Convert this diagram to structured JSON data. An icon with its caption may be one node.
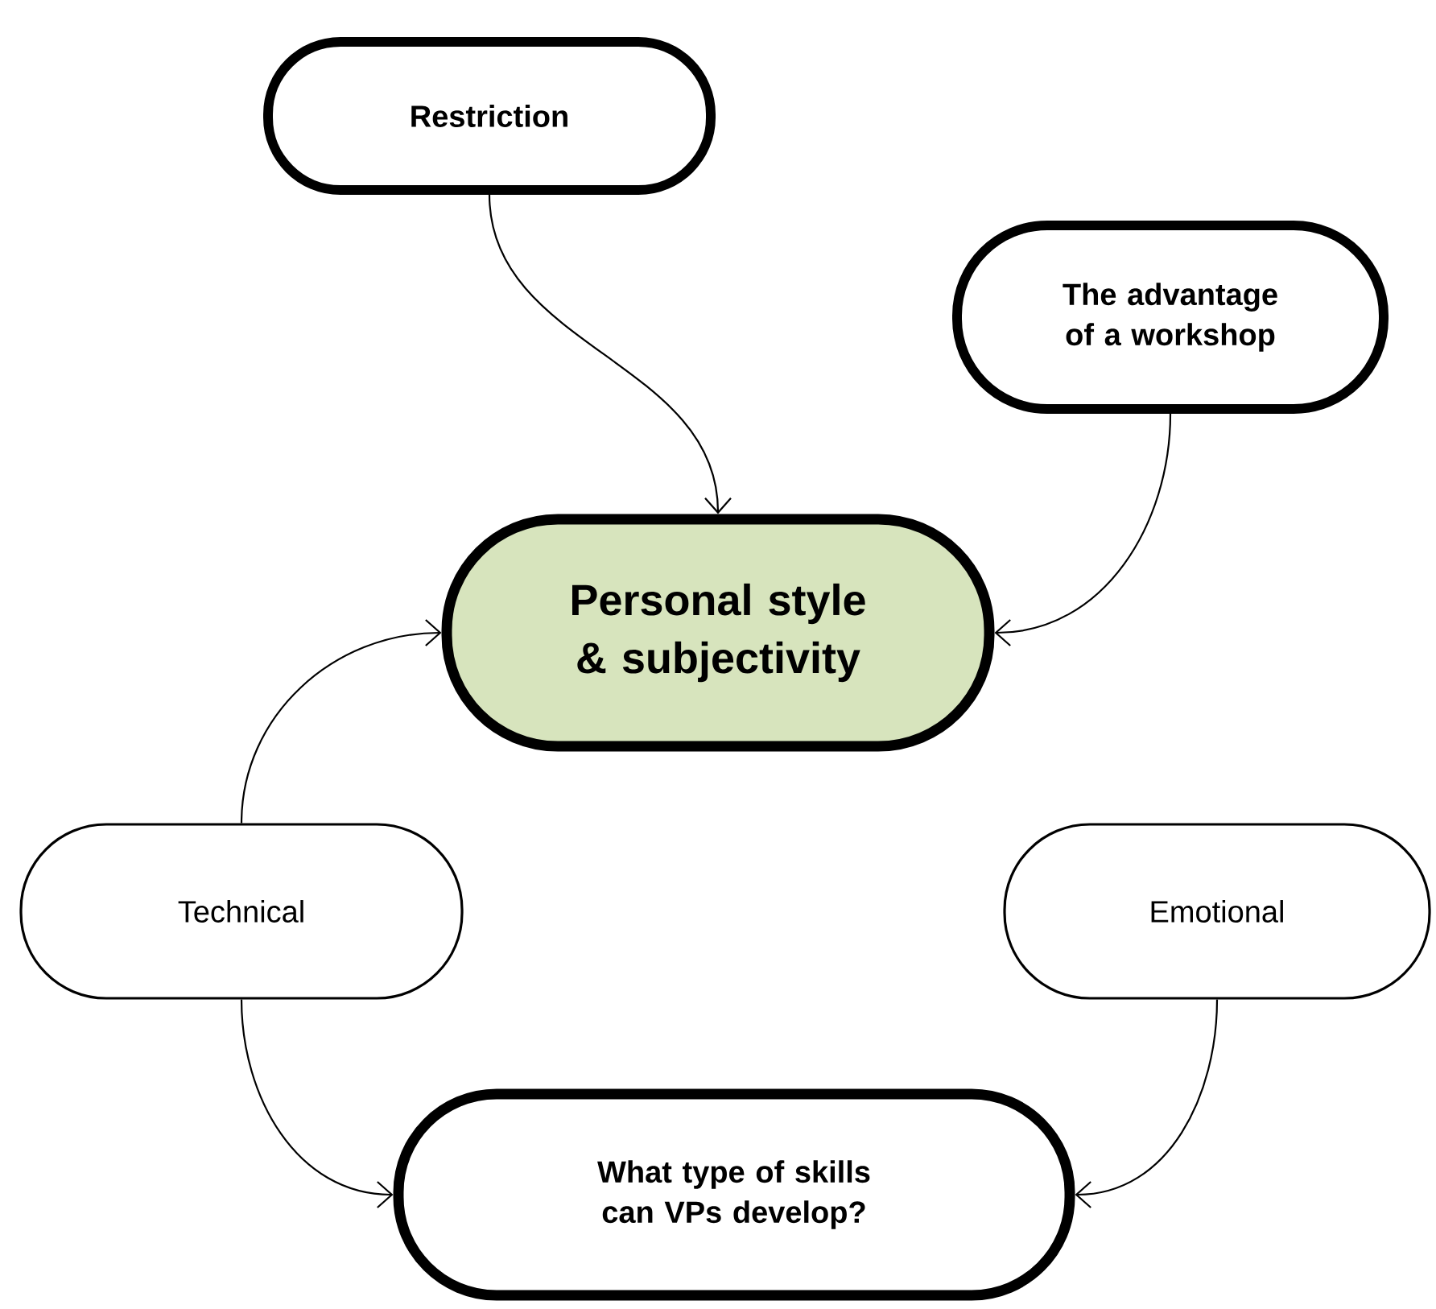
{
  "diagram": {
    "nodes": [
      {
        "text": [
          "Restriction"
        ]
      },
      {
        "text": [
          "The advantage of a workshop"
        ]
      },
      {
        "text": [
          "Personal style & subjectivity"
        ]
      },
      {
        "text": [
          "Technical"
        ]
      },
      {
        "text": [
          "Emotional"
        ]
      },
      {
        "text": [
          "What type of skills can VPs develop?"
        ]
      }
    ],
    "edges": [
      {
        "from": 0,
        "to": 2,
        "arrow": "to"
      },
      {
        "from": 1,
        "to": 2,
        "arrow": "to"
      },
      {
        "from": 3,
        "to": 2,
        "arrow": "to"
      },
      {
        "from": 3,
        "to": 5,
        "arrow": "to"
      },
      {
        "from": 4,
        "to": 5,
        "arrow": "to"
      }
    ]
  }
}
